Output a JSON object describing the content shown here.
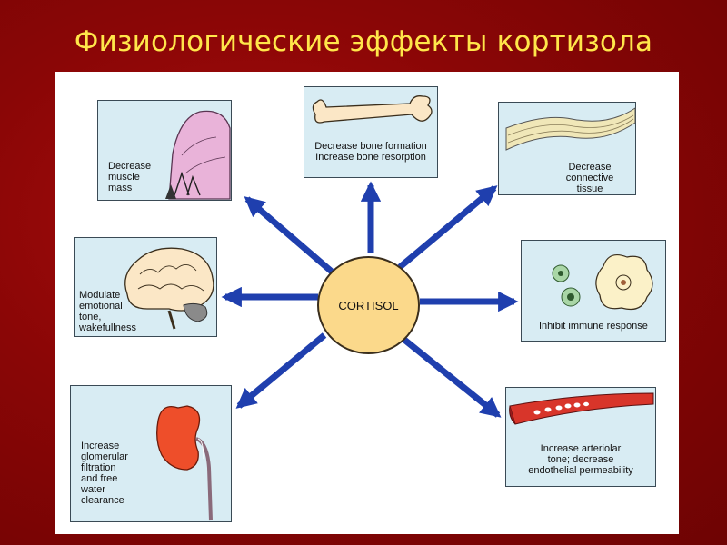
{
  "title": "Физиологические эффекты кортизола",
  "center": {
    "label": "CORTISOL",
    "color": "#fbd98b"
  },
  "arrow_color": "#1f3fae",
  "panels": {
    "muscle": {
      "caption": "Decrease\nmuscle\nmass",
      "icon": "muscle-icon"
    },
    "bone": {
      "caption": "Decrease bone formation\nIncrease bone resorption",
      "icon": "bone-icon"
    },
    "connective": {
      "caption": "Decrease\nconnective\ntissue",
      "icon": "connective-tissue-icon"
    },
    "brain": {
      "caption": "Modulate\nemotional\ntone,\nwakefullness",
      "icon": "brain-icon"
    },
    "immune": {
      "caption": "Inhibit immune response",
      "icon": "immune-cells-icon"
    },
    "kidney": {
      "caption": "Increase\nglomerular\nfiltration\nand free\nwater\nclearance",
      "icon": "kidney-icon"
    },
    "vessel": {
      "caption": "Increase arteriolar\ntone; decrease\nendothelial permeability",
      "icon": "blood-vessel-icon"
    }
  }
}
